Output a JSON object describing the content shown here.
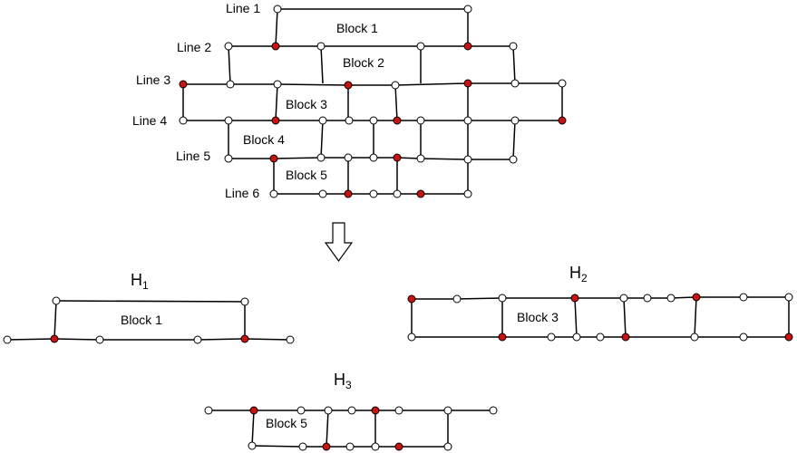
{
  "colors": {
    "white_node": "#ffffff",
    "red_node": "#cc1111",
    "edge": "#000000"
  },
  "lines": {
    "line1": "Line 1",
    "line2": "Line 2",
    "line3": "Line 3",
    "line4": "Line 4",
    "line5": "Line 5",
    "line6": "Line 6"
  },
  "blocks": {
    "block1": "Block 1",
    "block2": "Block 2",
    "block3": "Block 3",
    "block4": "Block 4",
    "block5": "Block 5",
    "h1_block": "Block 1",
    "h2_block": "Block 3",
    "h3_block": "Block 5"
  },
  "subgraphs": {
    "h1": {
      "letter": "H",
      "sub": "1"
    },
    "h2": {
      "letter": "H",
      "sub": "2"
    },
    "h3": {
      "letter": "H",
      "sub": "3"
    }
  },
  "arrow_icon": "down-arrow-icon"
}
